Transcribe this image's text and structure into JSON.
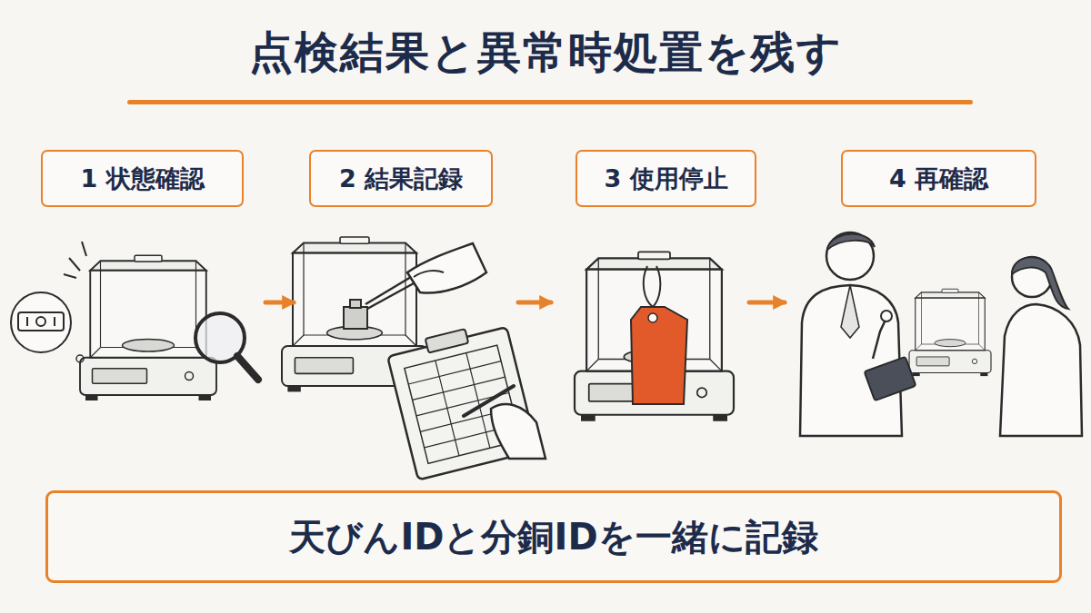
{
  "diagram": {
    "title": "点検結果と異常時処置を残す",
    "nodes": [
      {
        "text": [
          "1 状態確認"
        ]
      },
      {
        "text": [
          "2 結果記録"
        ]
      },
      {
        "text": [
          "3 使用停止"
        ]
      },
      {
        "text": [
          "4 再確認"
        ]
      },
      {
        "text": [
          "天びんIDと分銅IDを一緒に記録"
        ]
      }
    ],
    "edges": [
      {
        "from": 0,
        "to": 1,
        "arrow": "to"
      },
      {
        "from": 1,
        "to": 2,
        "arrow": "to"
      },
      {
        "from": 2,
        "to": 3,
        "arrow": "to"
      }
    ]
  }
}
